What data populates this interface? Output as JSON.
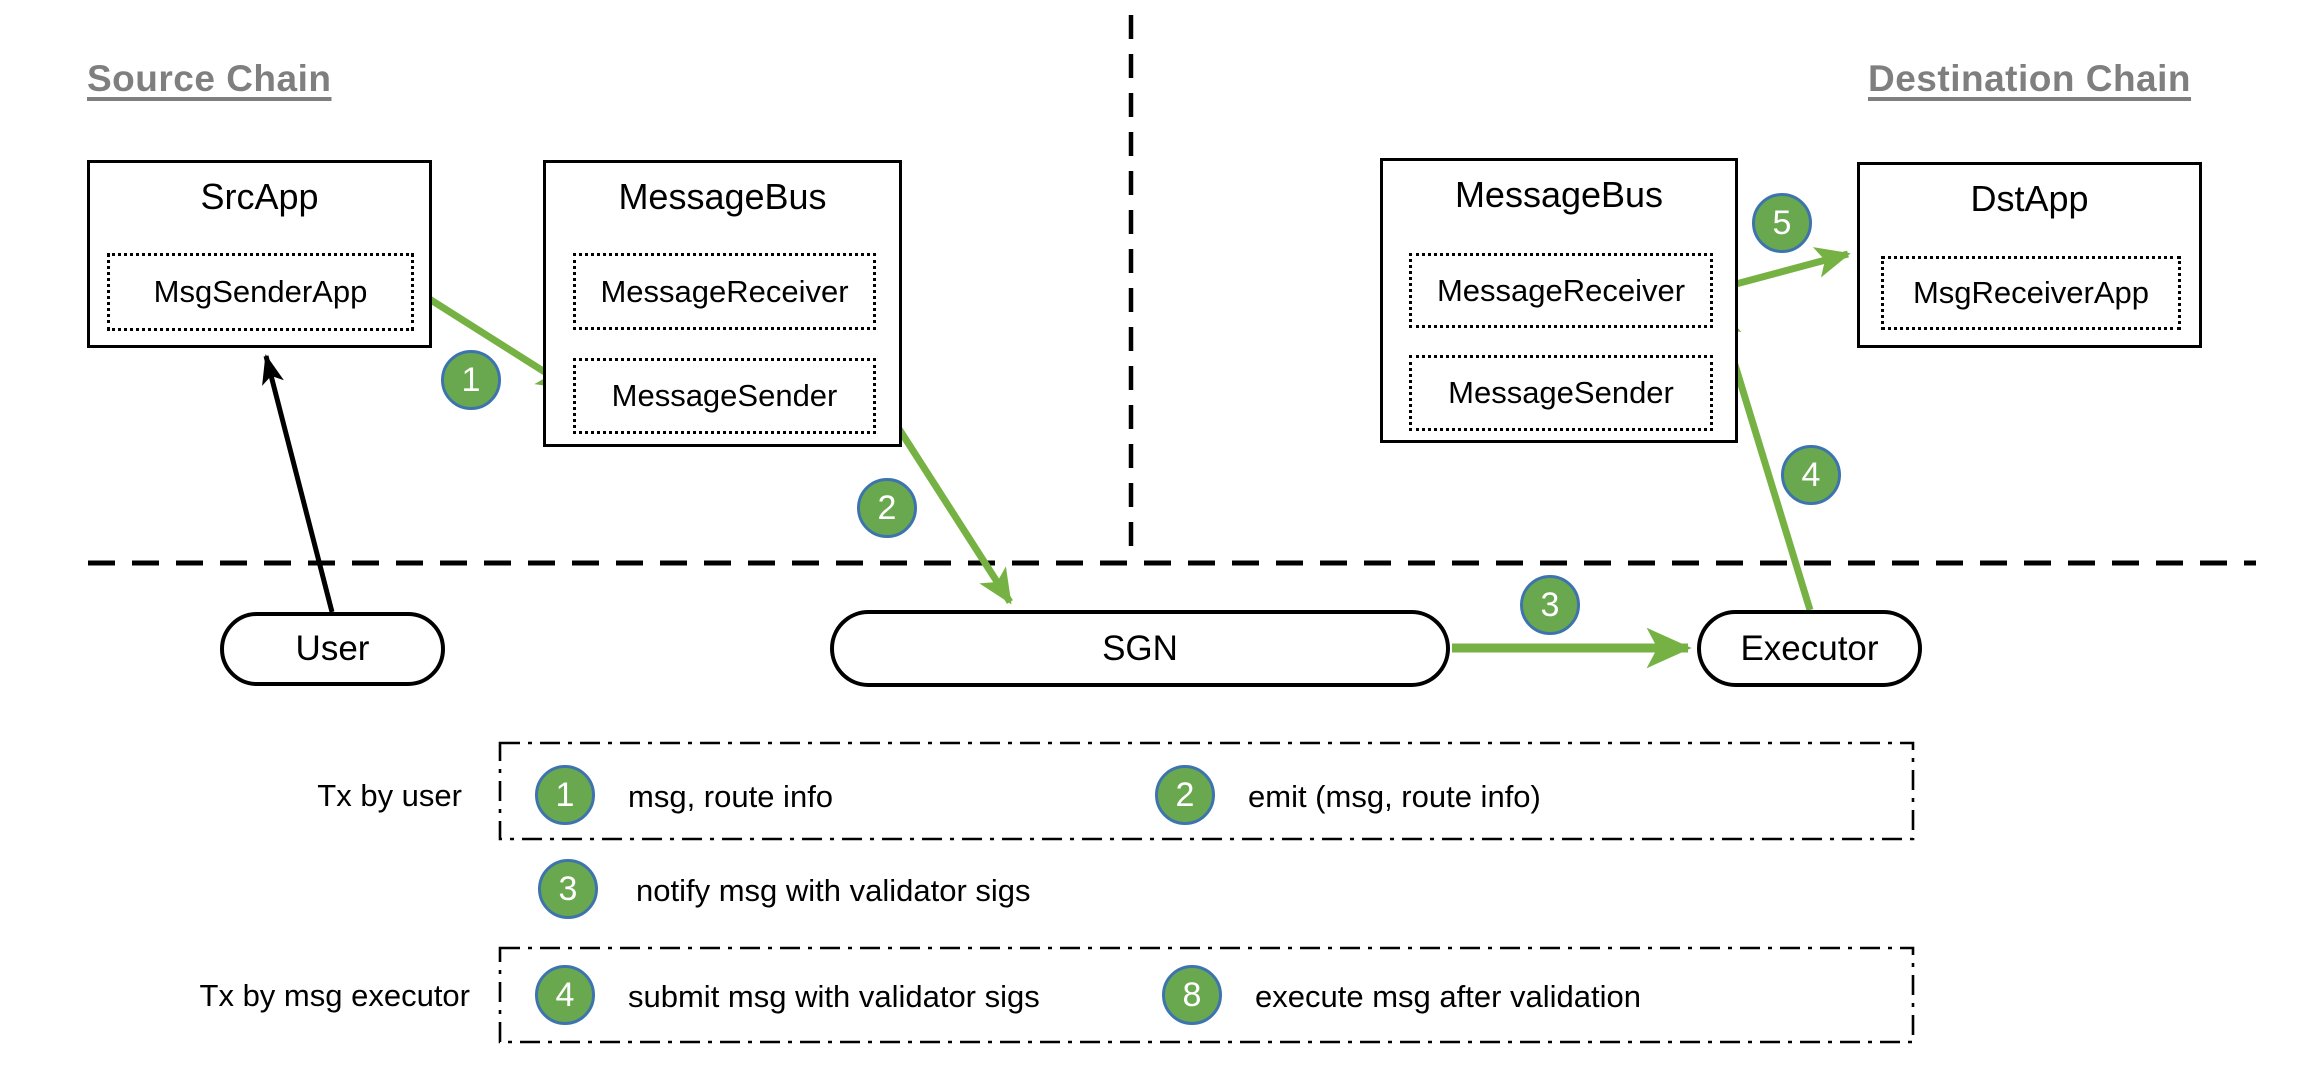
{
  "source_chain": {
    "heading": "Source Chain",
    "src_app": {
      "title": "SrcApp",
      "inner": "MsgSenderApp"
    },
    "message_bus": {
      "title": "MessageBus",
      "receiver": "MessageReceiver",
      "sender": "MessageSender"
    }
  },
  "destination_chain": {
    "heading": "Destination Chain",
    "message_bus": {
      "title": "MessageBus",
      "receiver": "MessageReceiver",
      "sender": "MessageSender"
    },
    "dst_app": {
      "title": "DstApp",
      "inner": "MsgReceiverApp"
    }
  },
  "actors": {
    "user": "User",
    "sgn": "SGN",
    "executor": "Executor"
  },
  "diagram_steps": [
    "1",
    "2",
    "3",
    "4",
    "5"
  ],
  "legend": {
    "row1_label": "Tx by user",
    "row2_label": "Tx by msg executor",
    "items": [
      {
        "num": "1",
        "text": "msg, route info"
      },
      {
        "num": "2",
        "text": "emit (msg, route info)"
      },
      {
        "num": "3",
        "text": "notify msg with validator sigs"
      },
      {
        "num": "4",
        "text": "submit msg with validator sigs"
      },
      {
        "num": "8",
        "text": "execute msg after validation"
      }
    ]
  },
  "colors": {
    "arrow_green": "#76b243",
    "badge_green": "#6aa84f",
    "badge_border_blue": "#3d74ad",
    "heading_gray": "#7f7f7f"
  }
}
